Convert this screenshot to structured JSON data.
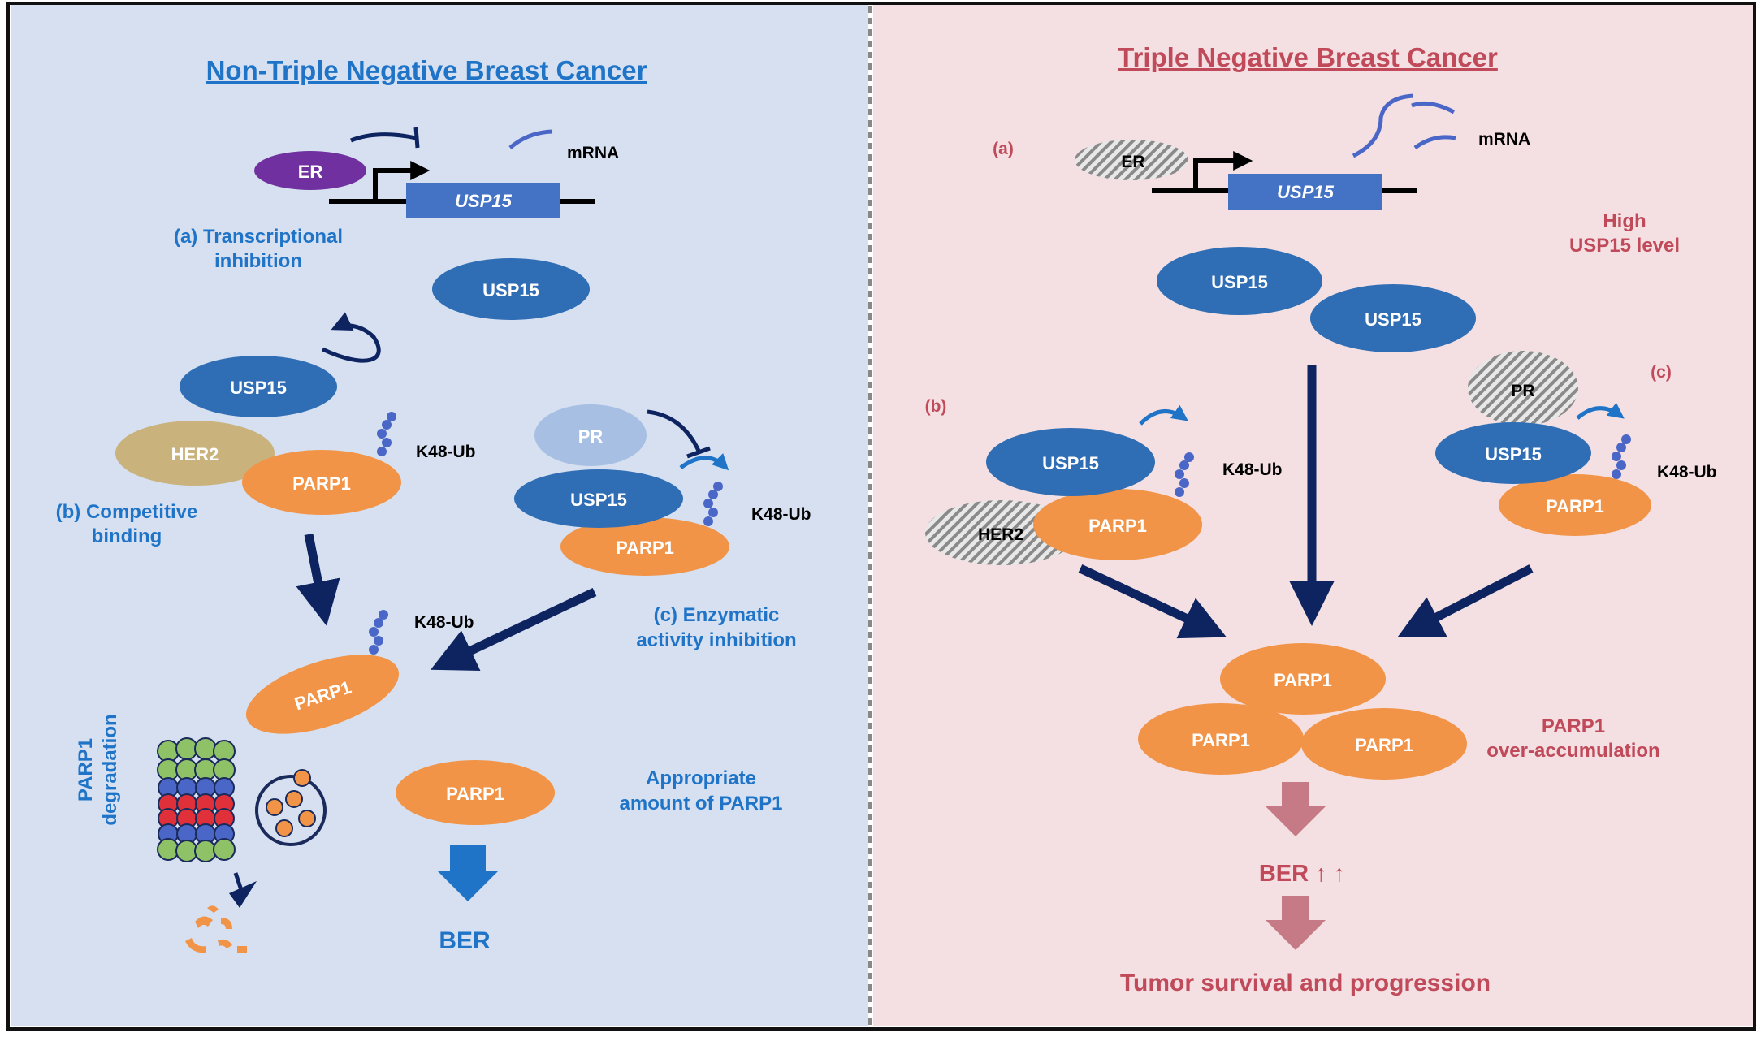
{
  "colors": {
    "left_bg": "#d6e0f1",
    "right_bg": "#f4e0e3",
    "usp15": "#2f6eb5",
    "parp1": "#f29447",
    "er": "#7030a0",
    "her2": "#c9b27c",
    "pr": "#a7bfe3",
    "arrow_dark": "#0d2461",
    "arrow_blue": "#1f74c7",
    "arrow_pink": "#c57a86",
    "text_blue": "#1f74c7",
    "text_red": "#c04a5a",
    "ub_chain": "#4a67c8"
  },
  "left": {
    "title": "Non-Triple Negative Breast Cancer",
    "er": "ER",
    "gene": "USP15",
    "mrna": "mRNA",
    "label_a_line1": "(a) Transcriptional",
    "label_a_line2": "inhibition",
    "usp15_free": "USP15",
    "usp15_b": "USP15",
    "her2": "HER2",
    "parp1_b": "PARP1",
    "k48_b": "K48-Ub",
    "label_b_line1": "(b) Competitive",
    "label_b_line2": "binding",
    "pr": "PR",
    "usp15_c": "USP15",
    "parp1_c": "PARP1",
    "k48_c": "K48-Ub",
    "label_c_line1": "(c) Enzymatic",
    "label_c_line2": "activity inhibition",
    "k48_ub": "K48-Ub",
    "parp1_ub": "PARP1",
    "degradation_line1": "PARP1",
    "degradation_line2": "degradation",
    "parp1_ok": "PARP1",
    "appropriate_line1": "Appropriate",
    "appropriate_line2": "amount of PARP1",
    "ber": "BER"
  },
  "right": {
    "title": "Triple Negative Breast Cancer",
    "label_a": "(a)",
    "er": "ER",
    "gene": "USP15",
    "mrna": "mRNA",
    "high_line1": "High",
    "high_line2": "USP15 level",
    "usp15_1": "USP15",
    "usp15_2": "USP15",
    "label_b": "(b)",
    "usp15_b": "USP15",
    "k48_b": "K48-Ub",
    "her2": "HER2",
    "parp1_b": "PARP1",
    "label_c": "(c)",
    "pr": "PR",
    "usp15_c": "USP15",
    "k48_c": "K48-Ub",
    "parp1_c": "PARP1",
    "parp1_top": "PARP1",
    "parp1_left": "PARP1",
    "parp1_right": "PARP1",
    "accum_line1": "PARP1",
    "accum_line2": "over-accumulation",
    "ber": "BER ↑ ↑",
    "outcome": "Tumor survival and progression"
  }
}
